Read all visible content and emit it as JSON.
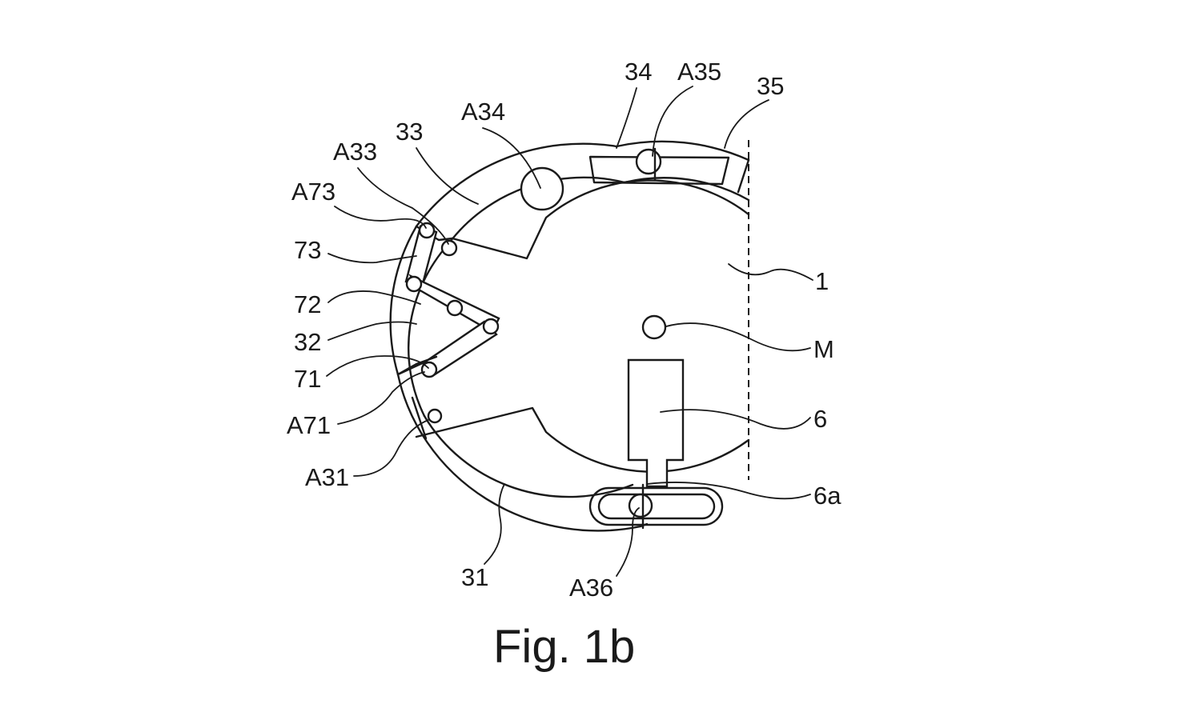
{
  "figure": {
    "caption": "Fig. 1b",
    "labels": {
      "l34": "34",
      "lA35": "A35",
      "l35": "35",
      "lA34": "A34",
      "l33": "33",
      "lA33": "A33",
      "lA73": "A73",
      "l73": "73",
      "l72": "72",
      "l32": "32",
      "l71": "71",
      "lA71": "A71",
      "lA31": "A31",
      "l31": "31",
      "lA36": "A36",
      "l1": "1",
      "lM": "M",
      "l6": "6",
      "l6a": "6a"
    }
  }
}
